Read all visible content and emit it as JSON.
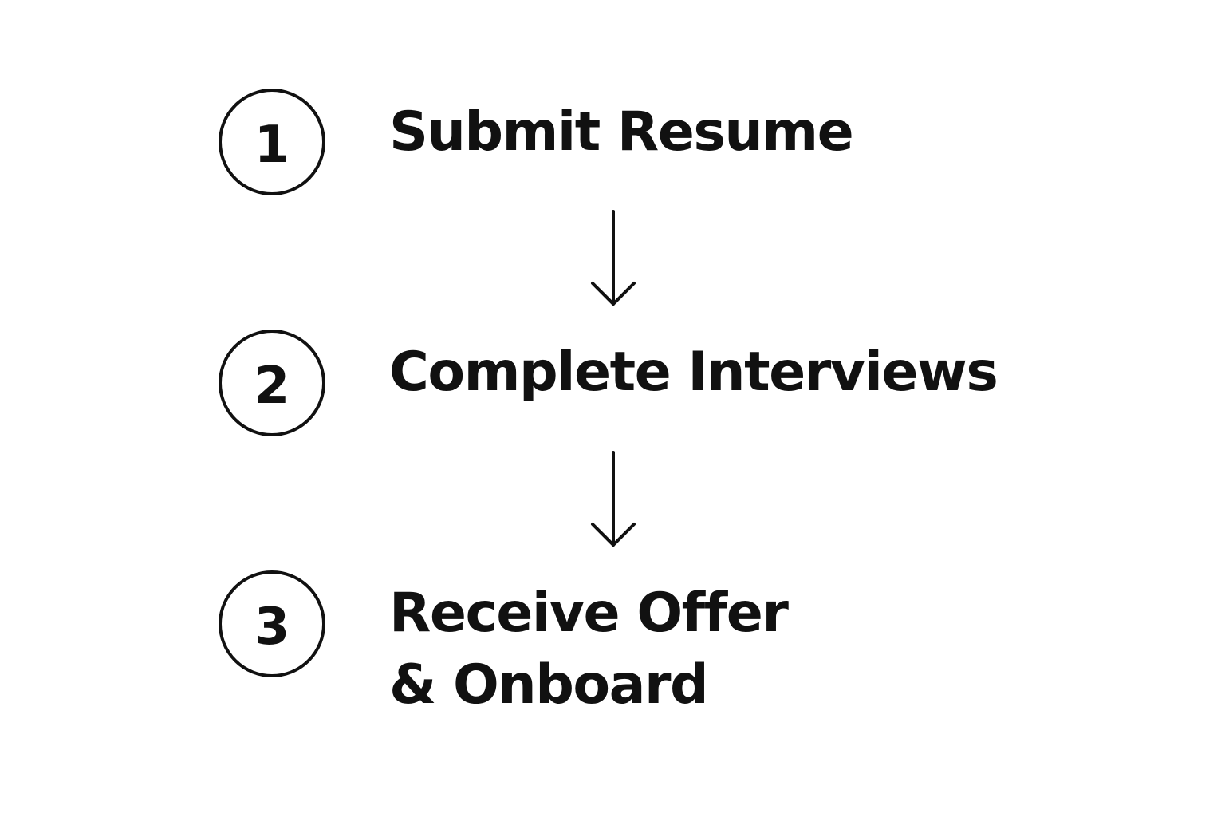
{
  "diagram": {
    "steps": [
      {
        "number": "1",
        "label": "Submit Resume"
      },
      {
        "number": "2",
        "label": "Complete Interviews"
      },
      {
        "number": "3",
        "label_line1": "Receive Offer",
        "label_line2": "& Onboard"
      }
    ],
    "arrows": [
      {
        "from": "1",
        "to": "2",
        "icon": "arrow-down-icon"
      },
      {
        "from": "2",
        "to": "3",
        "icon": "arrow-down-icon"
      }
    ],
    "colors": {
      "ink": "#111111",
      "background": "#ffffff"
    }
  }
}
